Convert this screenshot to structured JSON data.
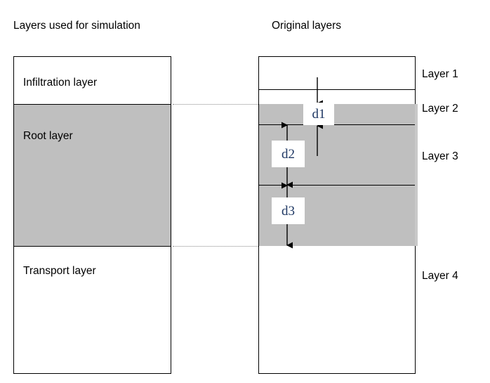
{
  "headings": {
    "left": "Layers used for simulation",
    "right": "Original layers"
  },
  "simulation_column": {
    "layers": [
      {
        "name": "Infiltration layer",
        "fill": "#ffffff"
      },
      {
        "name": "Root layer",
        "fill": "#bfbfbf"
      },
      {
        "name": "Transport layer",
        "fill": "#ffffff"
      }
    ]
  },
  "original_column": {
    "layers": [
      {
        "label": "Layer 1",
        "fill": "#ffffff"
      },
      {
        "label": "Layer 2",
        "fill": "#bfbfbf"
      },
      {
        "label": "Layer 3",
        "fill": "#bfbfbf"
      },
      {
        "label": "Layer 4",
        "fill": "#ffffff"
      }
    ]
  },
  "depth_markers": [
    {
      "id": "d1",
      "label": "d1"
    },
    {
      "id": "d2",
      "label": "d2"
    },
    {
      "id": "d3",
      "label": "d3"
    }
  ],
  "colors": {
    "gray_fill": "#bfbfbf",
    "outline": "#000000",
    "connector": "#8a8a8a",
    "d_label_text": "#1f3864"
  }
}
